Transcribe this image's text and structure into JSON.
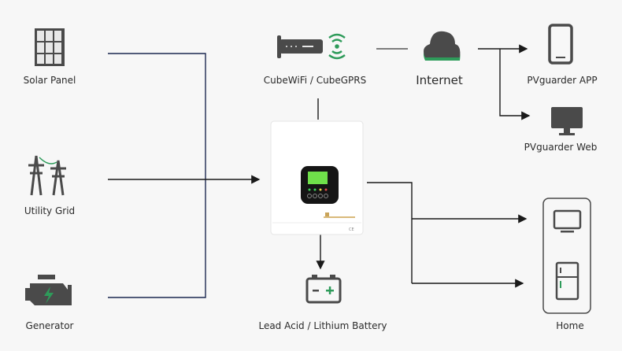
{
  "nodes": {
    "solar_panel": "Solar Panel",
    "utility_grid": "Utility Grid",
    "generator": "Generator",
    "cube": "CubeWiFi / CubeGPRS",
    "internet": "Internet",
    "app": "PVguarder APP",
    "web": "PVguarder Web",
    "battery": "Lead Acid / Lithium Battery",
    "home": "Home"
  },
  "colors": {
    "line": "#1c2850",
    "icon": "#4a4a4a",
    "accent": "#2e9b5a",
    "screen": "#6fe04a"
  }
}
